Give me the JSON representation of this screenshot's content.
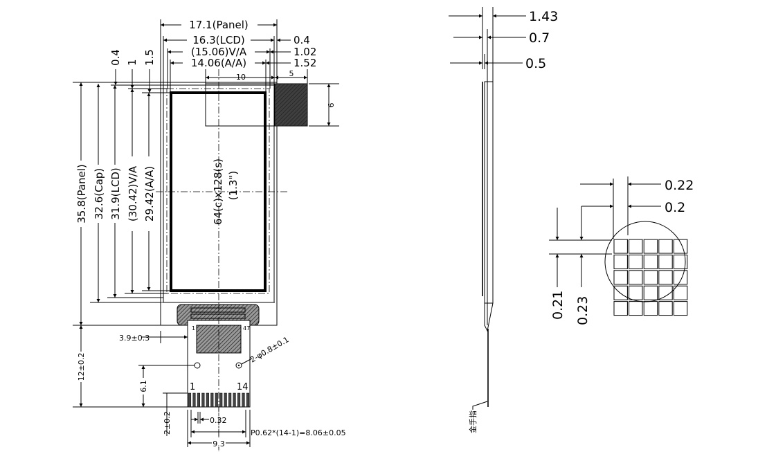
{
  "front_view": {
    "width_dims": {
      "panel": "17.1(Panel)",
      "lcd": "16.3(LCD)",
      "va": "(15.06)V/A",
      "aa": "14.06(A/A)"
    },
    "right_offsets": [
      "0.4",
      "1.02",
      "1.52"
    ],
    "left_offsets": [
      "0.4",
      "1",
      "1.5"
    ],
    "height_dims": {
      "panel": "35.8(Panel)",
      "cap": "32.6(Cap)",
      "lcd": "31.9(LCD)",
      "va": "(30.42)V/A",
      "aa": "29.42(A/A)"
    },
    "pad_dims": {
      "width_10": "10",
      "width_5": "5",
      "height_6": "6"
    },
    "resolution_label": "64(c)x128(s)",
    "diagonal_label": "(1.3\")",
    "fpc": {
      "fpc_length": "12±0.2",
      "fpc_offset": "3.9±0.3",
      "hole_height": "6.1",
      "holes": "2-φ0.8±0.1",
      "finger_length": "2±0.2",
      "pin_width": "0.32",
      "pitch": "P0.62*(14-1)=8.06±0.05",
      "fpc_width": "9.3",
      "pin_first": "1",
      "pin_last": "14",
      "ic_pin_first": "1",
      "ic_pin_last": "47"
    }
  },
  "side_view": {
    "thickness": [
      "1.43",
      "0.7",
      "0.5"
    ],
    "gold_finger_label": "金手指"
  },
  "pixel_detail": {
    "pixel_width": "0.22",
    "pitch_x": "0.2",
    "pixel_height": "0.21",
    "pitch_y": "0.23",
    "grid_cols": 5,
    "grid_rows": 5
  }
}
